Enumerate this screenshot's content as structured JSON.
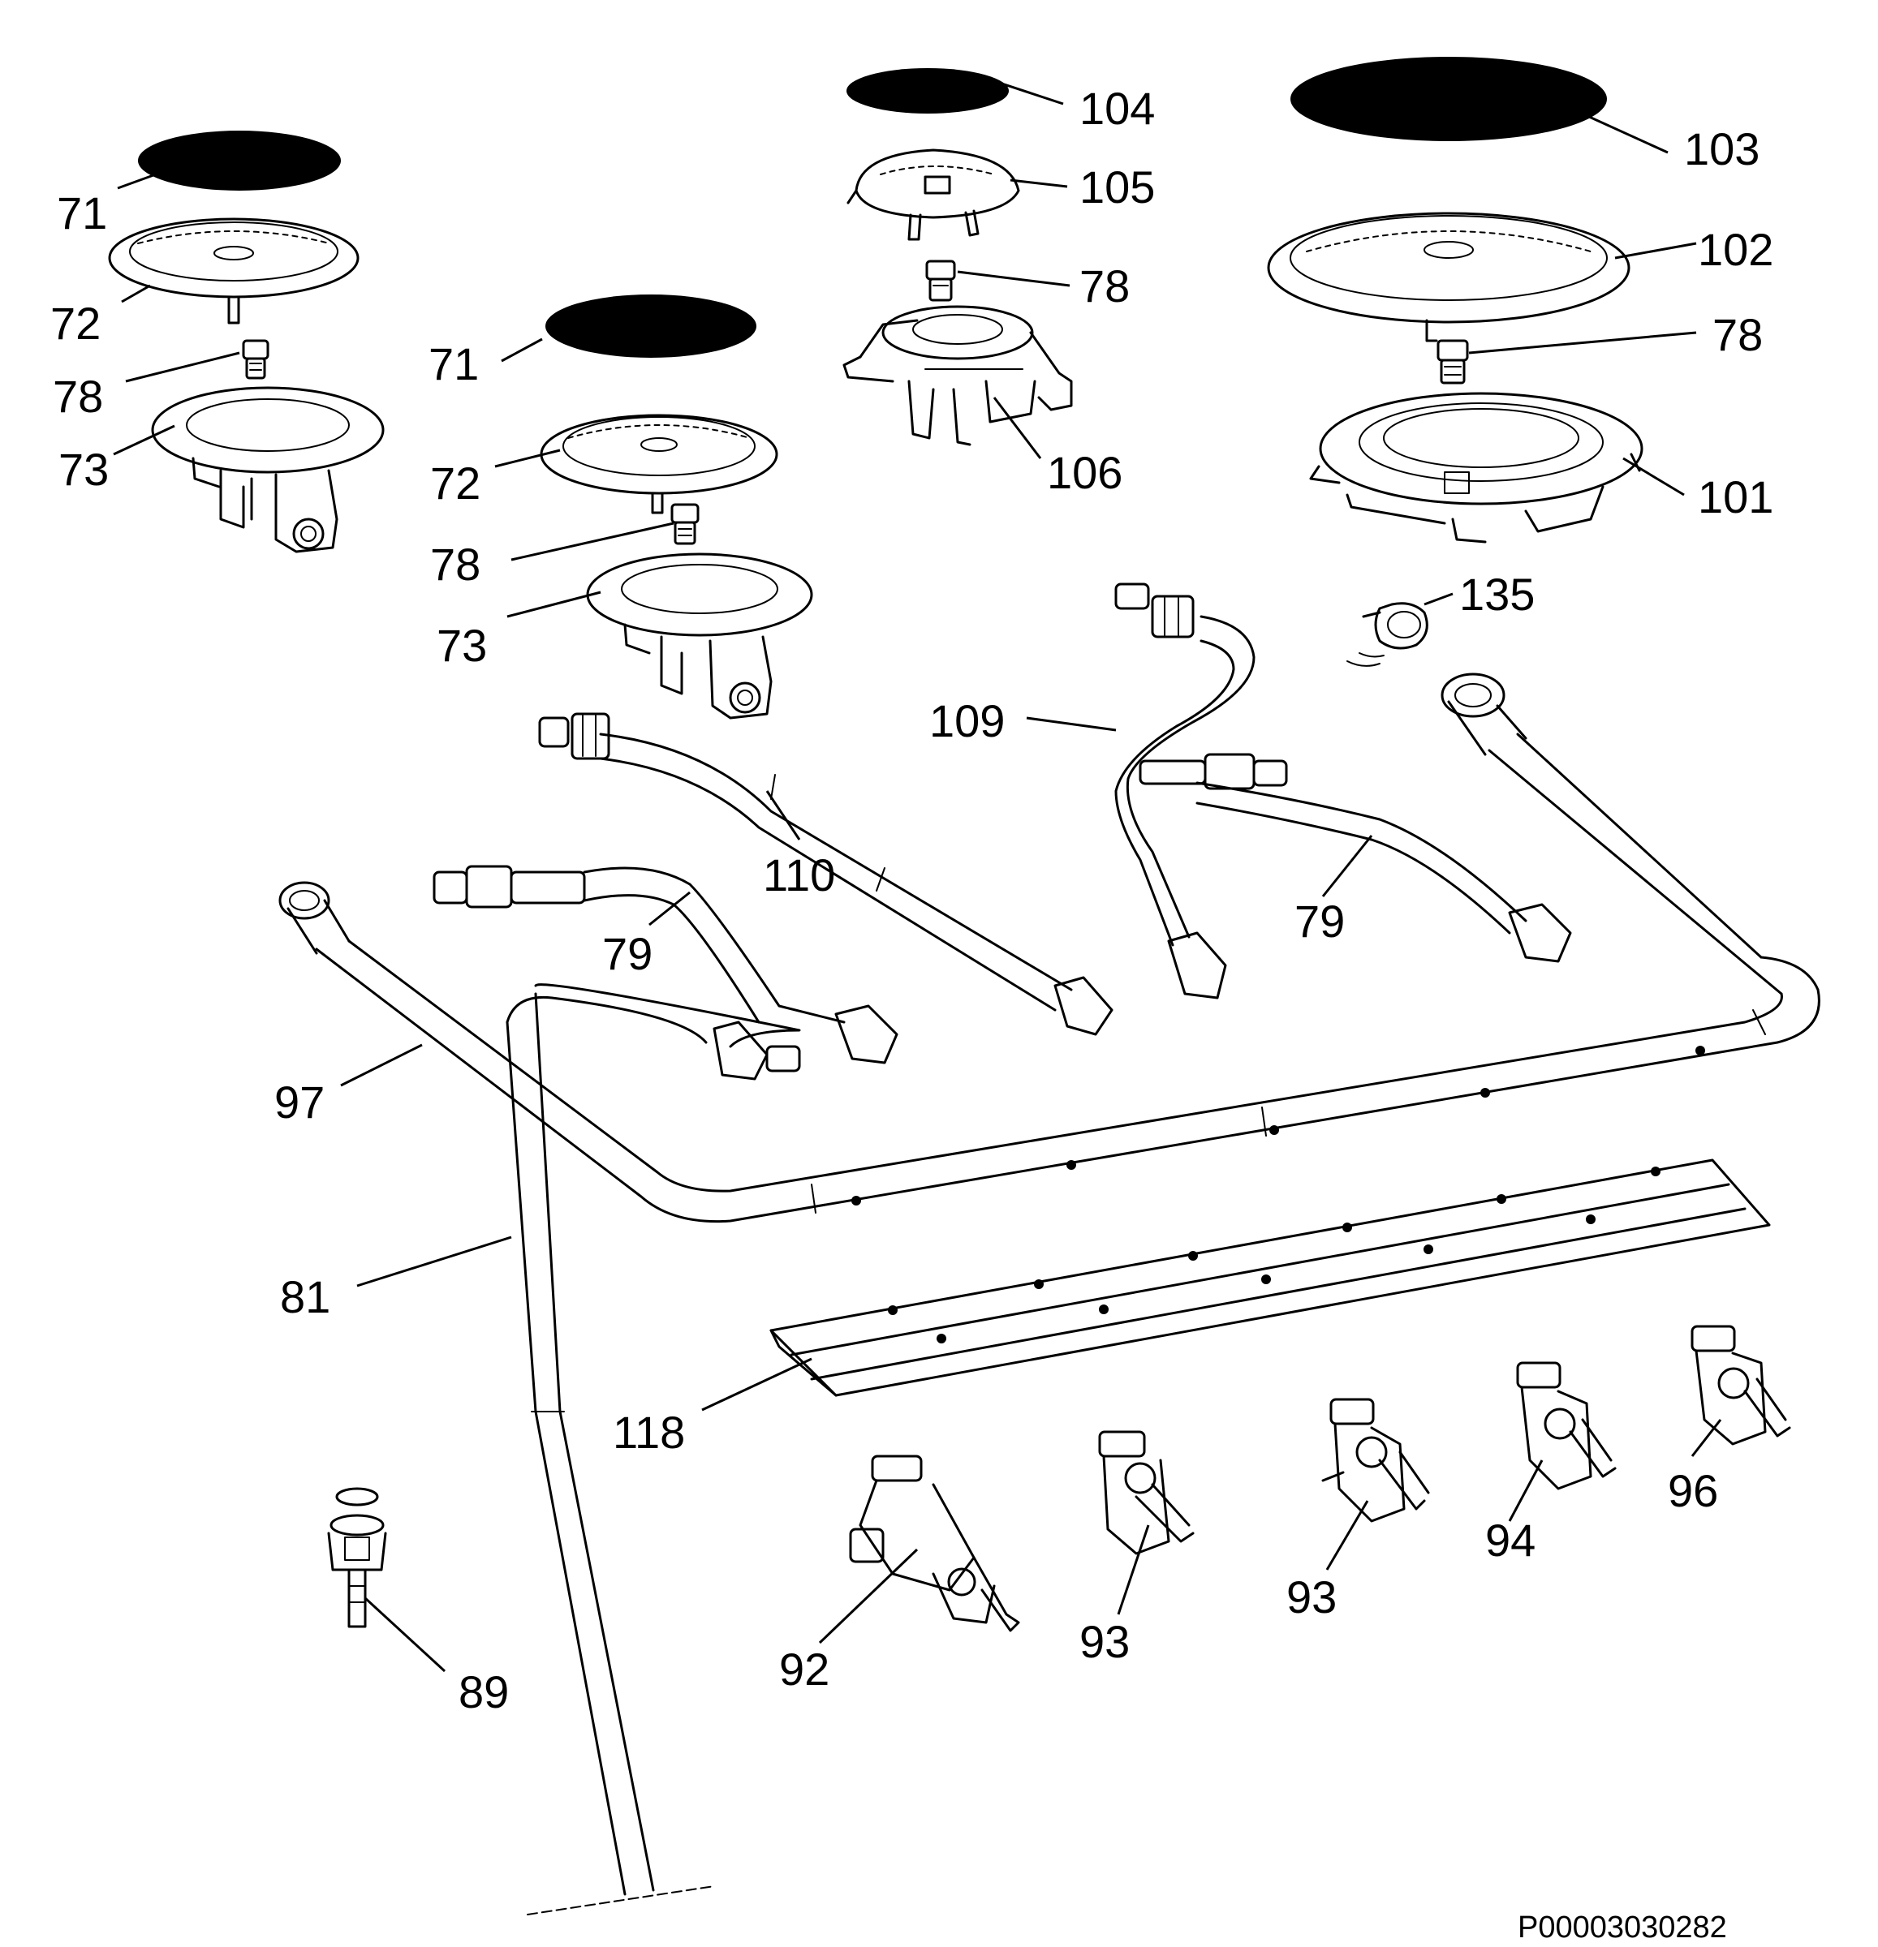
{
  "labels": {
    "71a": "71",
    "72a": "72",
    "78a": "78",
    "73a": "73",
    "71b": "71",
    "72b": "72",
    "78b": "78",
    "73b": "73",
    "104": "104",
    "105": "105",
    "78c": "78",
    "106": "106",
    "103": "103",
    "102": "102",
    "78d": "78",
    "101": "101",
    "135": "135",
    "109": "109",
    "110": "110",
    "79a": "79",
    "79b": "79",
    "97": "97",
    "81": "81",
    "118": "118",
    "89": "89",
    "92": "92",
    "93a": "93",
    "93b": "93",
    "94": "94",
    "96": "96"
  },
  "drawing_code": "P00003030282"
}
